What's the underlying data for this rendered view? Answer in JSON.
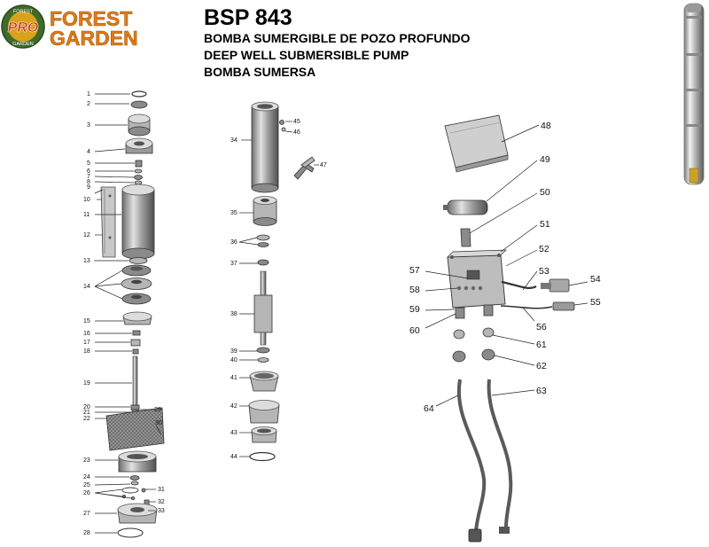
{
  "brand": {
    "pro": "PRO",
    "forest": "FOREST",
    "garden": "GARDEN",
    "ring_top": "FOREST",
    "ring_bottom": "GARDEN",
    "colors": {
      "orange": "#e07b16",
      "green": "#3f6b2a",
      "red": "#c8281e",
      "gold": "#d9a21c"
    }
  },
  "header": {
    "model": "BSP 843",
    "line1": "BOMBA SUMERGIBLE DE POZO PROFUNDO",
    "line2": "DEEP WELL SUBMERSIBLE PUMP",
    "line3": "BOMBA SUMERSA"
  },
  "parts": {
    "p1": "1",
    "p2": "2",
    "p3": "3",
    "p4": "4",
    "p5": "5",
    "p6": "6",
    "p7": "7",
    "p8": "8",
    "p9": "9",
    "p10": "10",
    "p11": "11",
    "p12": "12",
    "p13": "13",
    "p14": "14",
    "p15": "15",
    "p16": "16",
    "p17": "17",
    "p18": "18",
    "p19": "19",
    "p20": "20",
    "p21": "21",
    "p22": "22",
    "p23": "23",
    "p24": "24",
    "p25": "25",
    "p26": "26",
    "p27": "27",
    "p28": "28",
    "p29": "29",
    "p30": "30",
    "p31": "31",
    "p32": "32",
    "p33": "33",
    "p34": "34",
    "p35": "35",
    "p36": "36",
    "p37": "37",
    "p38": "38",
    "p39": "39",
    "p40": "40",
    "p41": "41",
    "p42": "42",
    "p43": "43",
    "p44": "44",
    "p45": "45",
    "p46": "46",
    "p47": "47",
    "p48": "48",
    "p49": "49",
    "p50": "50",
    "p51": "51",
    "p52": "52",
    "p53": "53",
    "p54": "54",
    "p55": "55",
    "p56": "56",
    "p57": "57",
    "p58": "58",
    "p59": "59",
    "p60": "60",
    "p61": "61",
    "p62": "62",
    "p63": "63",
    "p64": "64"
  }
}
